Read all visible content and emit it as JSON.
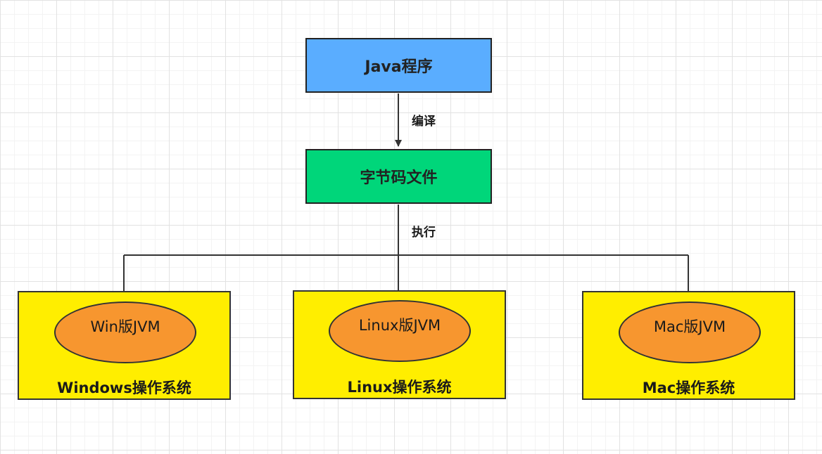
{
  "nodes": {
    "java_program": {
      "label": "Java程序",
      "fill": "#5aadff"
    },
    "bytecode": {
      "label": "字节码文件",
      "fill": "#00d67a"
    },
    "windows": {
      "jvm": "Win版JVM",
      "os": "Windows操作系统"
    },
    "linux": {
      "jvm": "Linux版JVM",
      "os": "Linux操作系统"
    },
    "mac": {
      "jvm": "Mac版JVM",
      "os": "Mac操作系统"
    }
  },
  "edges": {
    "compile": "编译",
    "execute": "执行"
  },
  "colors": {
    "os_box": "#ffee00",
    "jvm_ellipse": "#f7962f",
    "line": "#333333"
  }
}
